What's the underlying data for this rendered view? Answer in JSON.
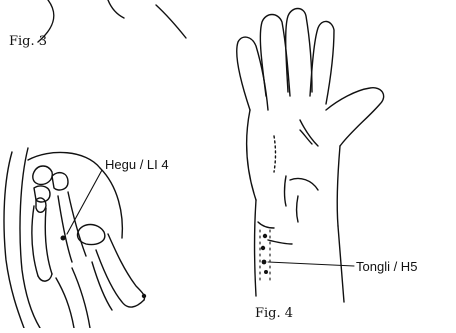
{
  "figures": {
    "fig3": {
      "caption": "Fig. 3",
      "point_label": "Hegu / LI 4"
    },
    "fig4": {
      "caption": "Fig. 4",
      "point_label": "Tongli / H5"
    }
  },
  "ink_color": "#111111",
  "background_color": "#ffffff"
}
